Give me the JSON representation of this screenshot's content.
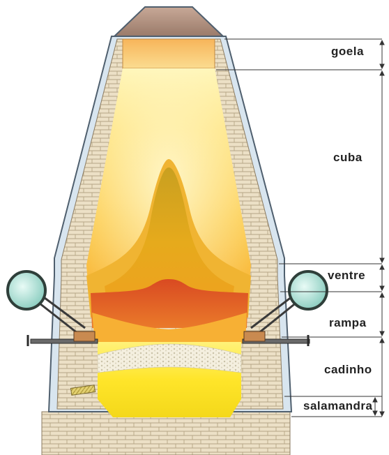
{
  "diagram": {
    "labels": {
      "goela": "goela",
      "cuba": "cuba",
      "ventre": "ventre",
      "rampa": "rampa",
      "cadinho": "cadinho",
      "salamandra": "salamandra"
    },
    "colors": {
      "brick": "#e9dcc3",
      "mortar": "#b8a888",
      "casing": "#d7e4ee",
      "casing_outline": "#5b6b7a",
      "hopper": "#b09080",
      "throat": "#f3c070",
      "shaft_top": "#fff2a8",
      "shaft_glow": "#fbcd4a",
      "inner_cone": "#e8b020",
      "melt_zone": "#e26a28",
      "slag": "#f0ead8",
      "molten_iron": "#ffe93a",
      "tuyere_ring": "#a8e0d6"
    }
  }
}
